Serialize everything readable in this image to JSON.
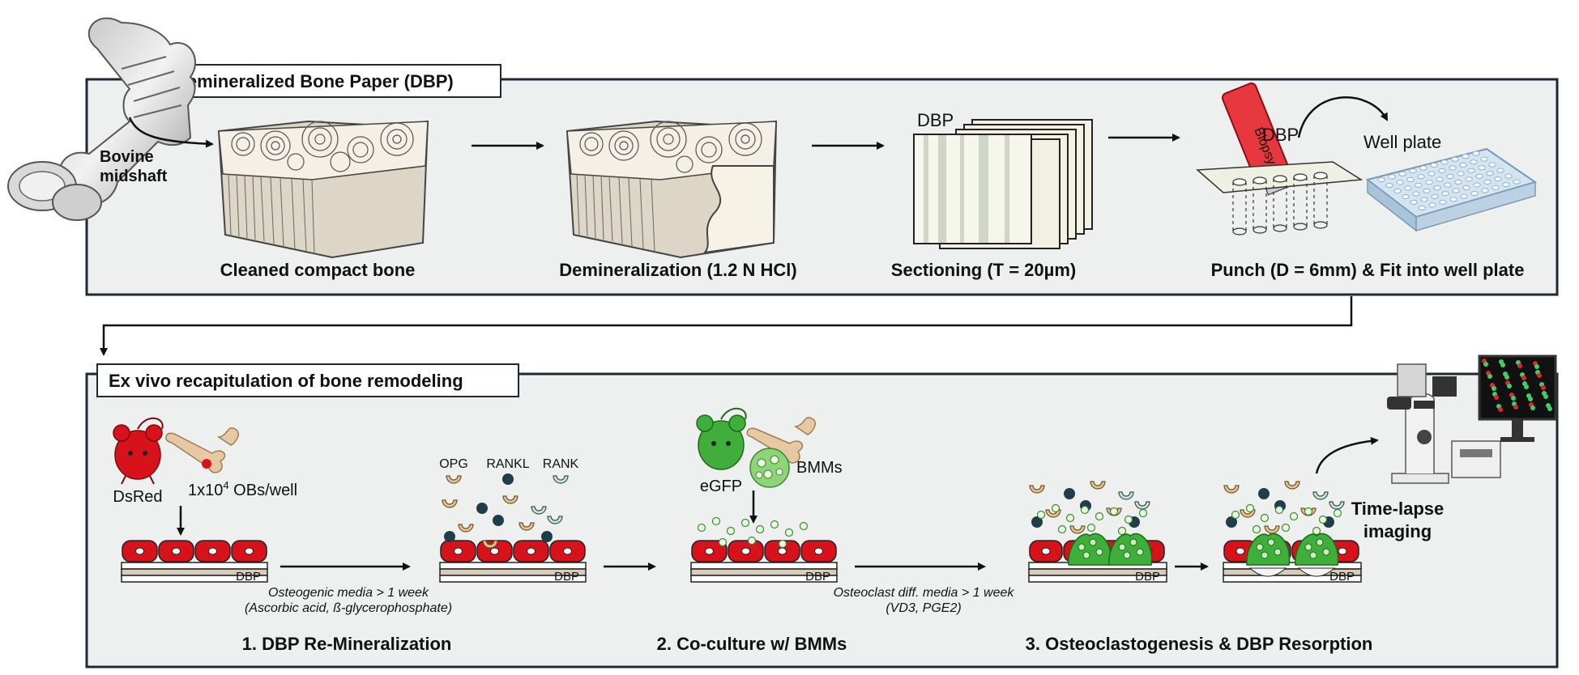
{
  "colors": {
    "panel_bg": "#eef0f0",
    "panel_border": "#1d2a33",
    "cell_red": "#d8121b",
    "cell_green": "#3fae3a",
    "bmm_green": "#8fd37a",
    "dbp_beige": "#d8cdb8",
    "bone_tan": "#e6c9a2"
  },
  "top_panel": {
    "title": "Demineralized Bone Paper (DBP)",
    "bovine_label": "Bovine midshaft",
    "steps": [
      {
        "label": "Cleaned compact bone"
      },
      {
        "label": "Demineralization (1.2 N HCl)"
      },
      {
        "label": "Sectioning (T = 20µm)"
      },
      {
        "label": "Punch (D = 6mm) & Fit into well plate"
      }
    ],
    "dbp_stack_label": "DBP",
    "punch_dbp_label": "DBP",
    "biopsy_label": "Biopsy",
    "well_plate_label": "Well plate"
  },
  "bottom_panel": {
    "title": "Ex vivo recapitulation of bone remodeling",
    "dsred_label": "DsRed",
    "seeding_label": "1x10",
    "seeding_sup": "4",
    "seeding_suffix": " OBs/well",
    "egfp_label": "eGFP",
    "bmms_label": "BMMs",
    "opg_label": "OPG",
    "rankl_label": "RANKL",
    "rank_label": "RANK",
    "dbp_tag": "DBP",
    "media1_line1": "Osteogenic media > 1 week",
    "media1_line2": "(Ascorbic acid, ß-glycerophosphate)",
    "media2_line1": "Osteoclast diff. media > 1 week",
    "media2_line2": "(VD3, PGE2)",
    "stage_titles": [
      "1. DBP Re-Mineralization",
      "2. Co-culture w/ BMMs",
      "3. Osteoclastogenesis & DBP Resorption"
    ],
    "imaging_line1": "Time-lapse",
    "imaging_line2": "imaging"
  }
}
